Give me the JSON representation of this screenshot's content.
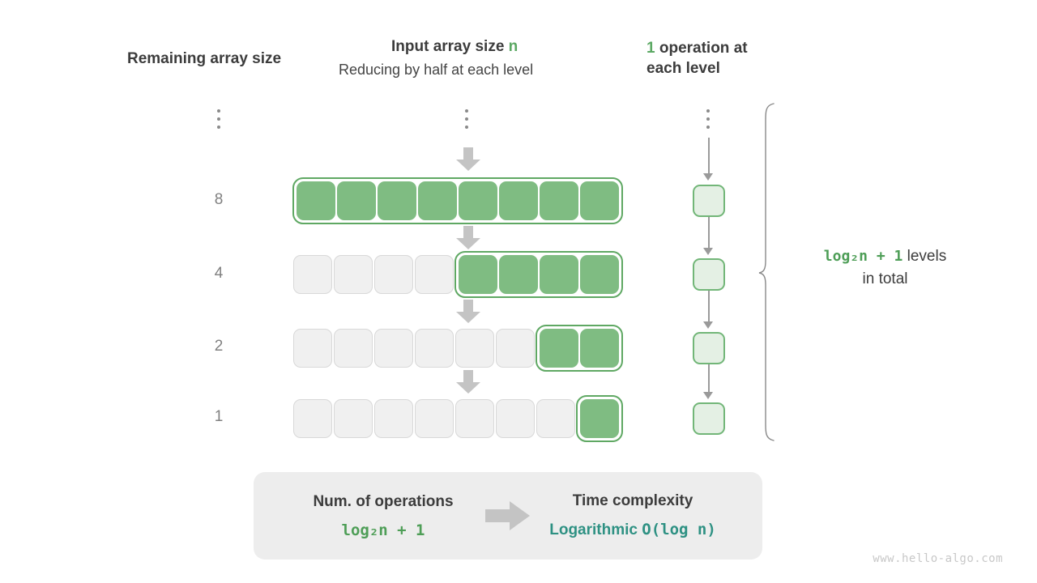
{
  "headers": {
    "remaining_label": "Remaining array size",
    "input_title_text": "Input array size ",
    "input_title_accent": "n",
    "input_subtitle": "Reducing by half at each level",
    "ops_accent": "1",
    "ops_text_line1": " operation at",
    "ops_text_line2": "each level"
  },
  "levels": [
    {
      "label": "8",
      "total_cells": 8,
      "active_start": 0,
      "active_count": 8
    },
    {
      "label": "4",
      "total_cells": 8,
      "active_start": 4,
      "active_count": 4
    },
    {
      "label": "2",
      "total_cells": 8,
      "active_start": 6,
      "active_count": 2
    },
    {
      "label": "1",
      "total_cells": 8,
      "active_start": 7,
      "active_count": 1
    }
  ],
  "ellipsis": {
    "symbol": "⋮",
    "dot_count": 3
  },
  "right_annotation": {
    "formula": "log₂n + 1",
    "suffix": " levels",
    "line2": "in total"
  },
  "summary": {
    "left_title": "Num. of operations",
    "left_value": "log₂n + 1",
    "arrow_icon": "right-block-arrow",
    "right_title": "Time complexity",
    "right_value_word": "Logarithmic",
    "right_value_bigo": "O(log n)"
  },
  "watermark": "www.hello-algo.com",
  "colors": {
    "active_fill": "#7FBC82",
    "active_border": "#5FA863",
    "inactive_fill": "#F0F0F0",
    "inactive_border": "#D8D8D8",
    "op_fill": "#E4F0E4",
    "op_border": "#72B678",
    "accent_green": "#4E9E57",
    "teal": "#2E9183",
    "arrow_gray": "#C4C4C4",
    "panel_bg": "#EDEDED"
  }
}
